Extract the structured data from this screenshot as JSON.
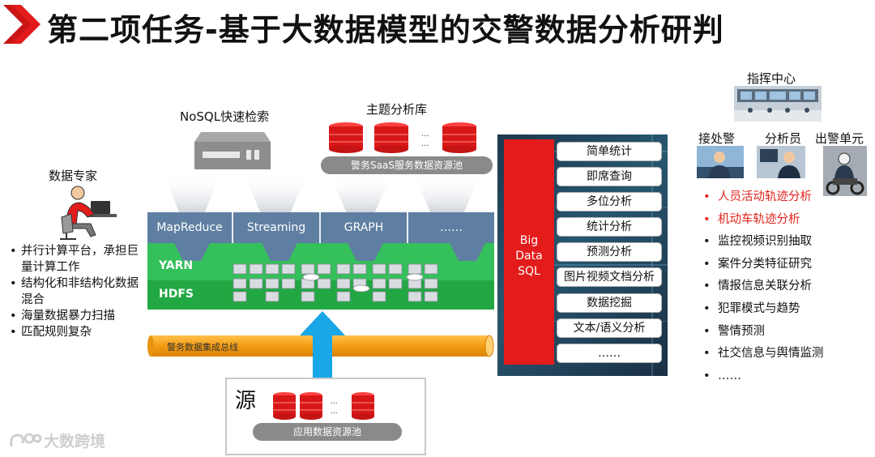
{
  "title": "第二项任务-基于大数据模型的交警数据分析研判",
  "left": {
    "expert_label": "数据专家",
    "bullets": [
      "并行计算平台，承担巨量计算工作",
      "结构化和非结构化数据混合",
      "海量数据暴力扫描",
      "匹配规则复杂"
    ]
  },
  "middle": {
    "nosql_label": "NoSQL快速检索",
    "theme_label": "主题分析库",
    "theme_ellipsis": "...",
    "saas_pool": "警务SaaS服务数据资源池",
    "stack_top": [
      "MapReduce",
      "Streaming",
      "GRAPH",
      "……"
    ],
    "yarn": "YARN",
    "hdfs": "HDFS",
    "bus_label": "警务数据集成总线",
    "source_char": "源",
    "source_ellipsis": "...",
    "source_pool": "应用数据资源池"
  },
  "bigdata": {
    "label_lines": [
      "Big",
      "Data",
      "SQL"
    ],
    "functions": [
      "简单统计",
      "即席查询",
      "多位分析",
      "统计分析",
      "预测分析",
      "图片视频文档分析",
      "数据挖掘",
      "文本/语义分析",
      "……"
    ]
  },
  "right": {
    "command_center": "指挥中心",
    "roles": [
      "接处警",
      "分析员",
      "出警单元"
    ],
    "bullets": [
      {
        "text": "人员活动轨迹分析",
        "highlight": true
      },
      {
        "text": "机动车轨迹分析",
        "highlight": true
      },
      {
        "text": "监控视频识别抽取",
        "highlight": false
      },
      {
        "text": "案件分类特征研究",
        "highlight": false
      },
      {
        "text": "情报信息关联分析",
        "highlight": false
      },
      {
        "text": "犯罪模式与趋势",
        "highlight": false
      },
      {
        "text": "警情预测",
        "highlight": false
      },
      {
        "text": "社交信息与舆情监测",
        "highlight": false
      },
      {
        "text": "……",
        "highlight": false
      }
    ]
  },
  "watermark": "大数跨境",
  "colors": {
    "accent_red": "#e31b1b",
    "stack_blue": "#5f7fa2",
    "yarn_green": "#34c05a",
    "hdfs_green": "#22a843",
    "bus_orange": "#f39c12",
    "arrow_blue": "#1aa7e8",
    "highlight_text": "#e0241c"
  }
}
